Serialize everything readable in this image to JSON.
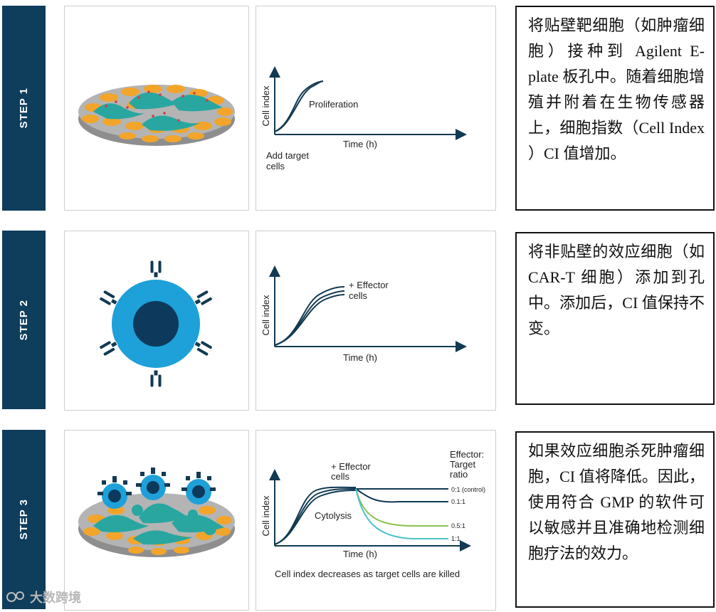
{
  "steps": [
    {
      "label": "STEP 1",
      "chart": {
        "ylabel": "Cell index",
        "xlabel": "Time (h)",
        "curve_label": "Proliferation",
        "start_label_line1": "Add target",
        "start_label_line2": "cells"
      },
      "description": "将贴壁靶细胞（如肿瘤细胞）接种到 Agilent E-plate 板孔中。随着细胞增殖并附着在生物传感器上，细胞指数（Cell Index ）CI 值增加。"
    },
    {
      "label": "STEP 2",
      "chart": {
        "ylabel": "Cell index",
        "xlabel": "Time (h)",
        "curve_label_line1": "+ Effector",
        "curve_label_line2": "cells"
      },
      "description": "将非贴壁的效应细胞（如 CAR-T 细胞）添加到孔中。添加后，CI 值保持不变。"
    },
    {
      "label": "STEP 3",
      "chart": {
        "ylabel": "Cell index",
        "xlabel": "Time (h)",
        "effector_label_line1": "+ Effector",
        "effector_label_line2": "cells",
        "legend_title_line1": "Effector:",
        "legend_title_line2": "Target",
        "legend_title_line3": "ratio",
        "ratios": [
          "0:1 (control)",
          "0.1:1",
          "0.5:1",
          "1:1"
        ],
        "cytolysis_label": "Cytolysis",
        "caption": "Cell index decreases as target cells are killed"
      },
      "description": "如果效应细胞杀死肿瘤细胞，CI 值将降低。因此，使用符合 GMP 的软件可以敏感并且准确地检测细胞疗法的效力。"
    }
  ],
  "watermark": "大数跨境",
  "colors": {
    "step_bar": "#0f3d5c",
    "dish": "#a7a7a7",
    "target_cell": "#f2a52a",
    "tumor_cluster": "#2aa6a0",
    "effector_cell": "#1ea0d9",
    "effector_nucleus": "#0d3a5c",
    "curve_dark": "#123a52",
    "curve_green": "#8cc152",
    "curve_teal": "#4cc3c9"
  }
}
